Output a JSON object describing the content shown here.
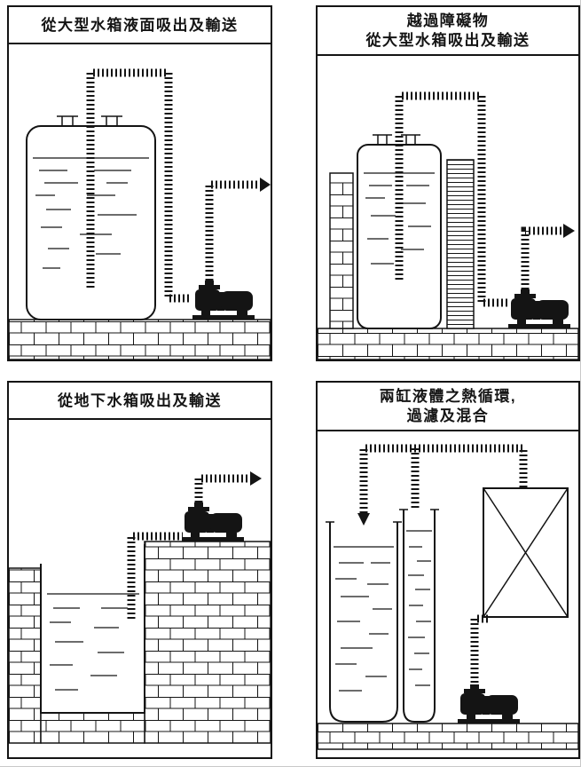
{
  "figure": {
    "panels": [
      {
        "title_lines": [
          "從大型水箱液面吸出及輸送"
        ]
      },
      {
        "title_lines": [
          "越過障礙物",
          "從大型水箱吸出及輸送"
        ]
      },
      {
        "title_lines": [
          "從地下水箱吸出及輸送"
        ]
      },
      {
        "title_lines": [
          "兩缸液體之熱循環,",
          "過濾及混合"
        ]
      }
    ]
  },
  "colors": {
    "ink": "#141414",
    "paper": "#ffffff"
  }
}
